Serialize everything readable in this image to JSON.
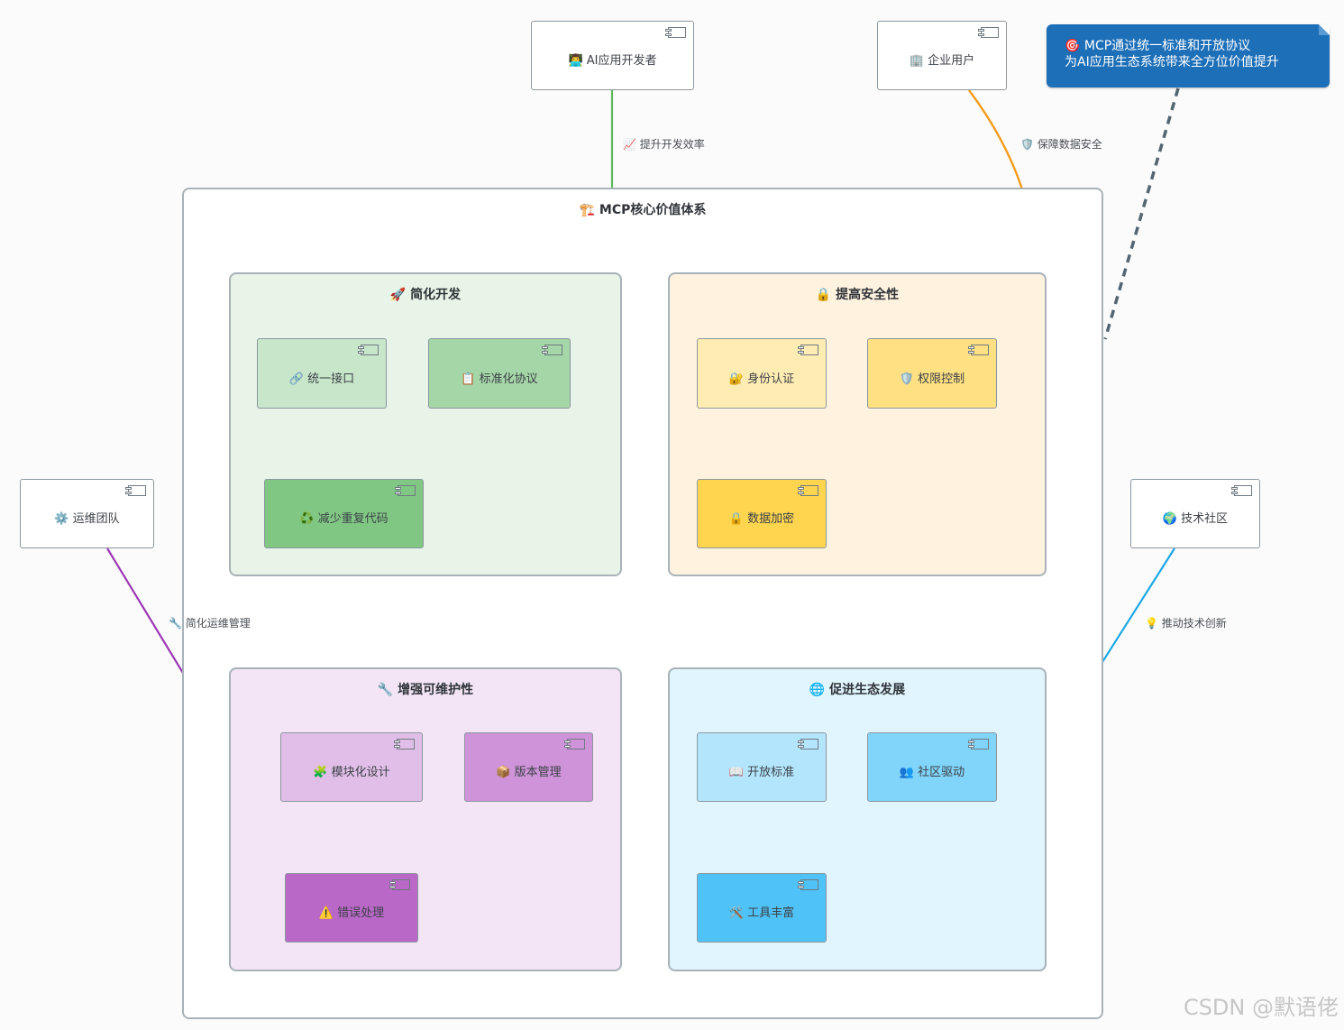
{
  "colors": {
    "green_arrow": "#5bb85d",
    "orange_arrow": "#f59c1a",
    "purple_arrow": "#9c36b5",
    "blue_arrow": "#1aa7e6",
    "note_bg": "#1d6fb8"
  },
  "outer": {
    "title": "🏗️ MCP核心价值体系"
  },
  "groups": {
    "dev": {
      "title": "🚀 简化开发",
      "items": [
        "🔗 统一接口",
        "📋 标准化协议",
        "♻️ 减少重复代码"
      ],
      "colors": {
        "bg": "#e8f4e8",
        "items": [
          "#c8e6c9",
          "#a5d6a7",
          "#81c784"
        ]
      }
    },
    "sec": {
      "title": "🔒 提高安全性",
      "items": [
        "🔐 身份认证",
        "🛡️ 权限控制",
        "🔒 数据加密"
      ],
      "colors": {
        "bg": "#fff3e0",
        "items": [
          "#ffecb3",
          "#ffe082",
          "#ffd54f"
        ]
      }
    },
    "maint": {
      "title": "🔧 增强可维护性",
      "items": [
        "🧩 模块化设计",
        "📦 版本管理",
        "⚠️ 错误处理"
      ],
      "colors": {
        "bg": "#f3e5f5",
        "items": [
          "#e1bee7",
          "#ce93d8",
          "#ba68c8"
        ]
      }
    },
    "eco": {
      "title": "🌐 促进生态发展",
      "items": [
        "📖 开放标准",
        "👥 社区驱动",
        "🛠️ 工具丰富"
      ],
      "colors": {
        "bg": "#e1f5fe",
        "items": [
          "#b3e5fc",
          "#81d4fa",
          "#4fc3f7"
        ]
      }
    }
  },
  "actors": {
    "developer": "👨‍💻 AI应用开发者",
    "enterprise": "🏢 企业用户",
    "ops": "⚙️ 运维团队",
    "community": "🌍 技术社区"
  },
  "edges": {
    "developer": "📈 提升开发效率",
    "enterprise": "🛡️ 保障数据安全",
    "ops": "🔧 简化运维管理",
    "community": "💡 推动技术创新"
  },
  "note": {
    "line1": "🎯 MCP通过统一标准和开放协议",
    "line2": "为AI应用生态系统带来全方位价值提升"
  },
  "watermark": "CSDN @默语佬"
}
